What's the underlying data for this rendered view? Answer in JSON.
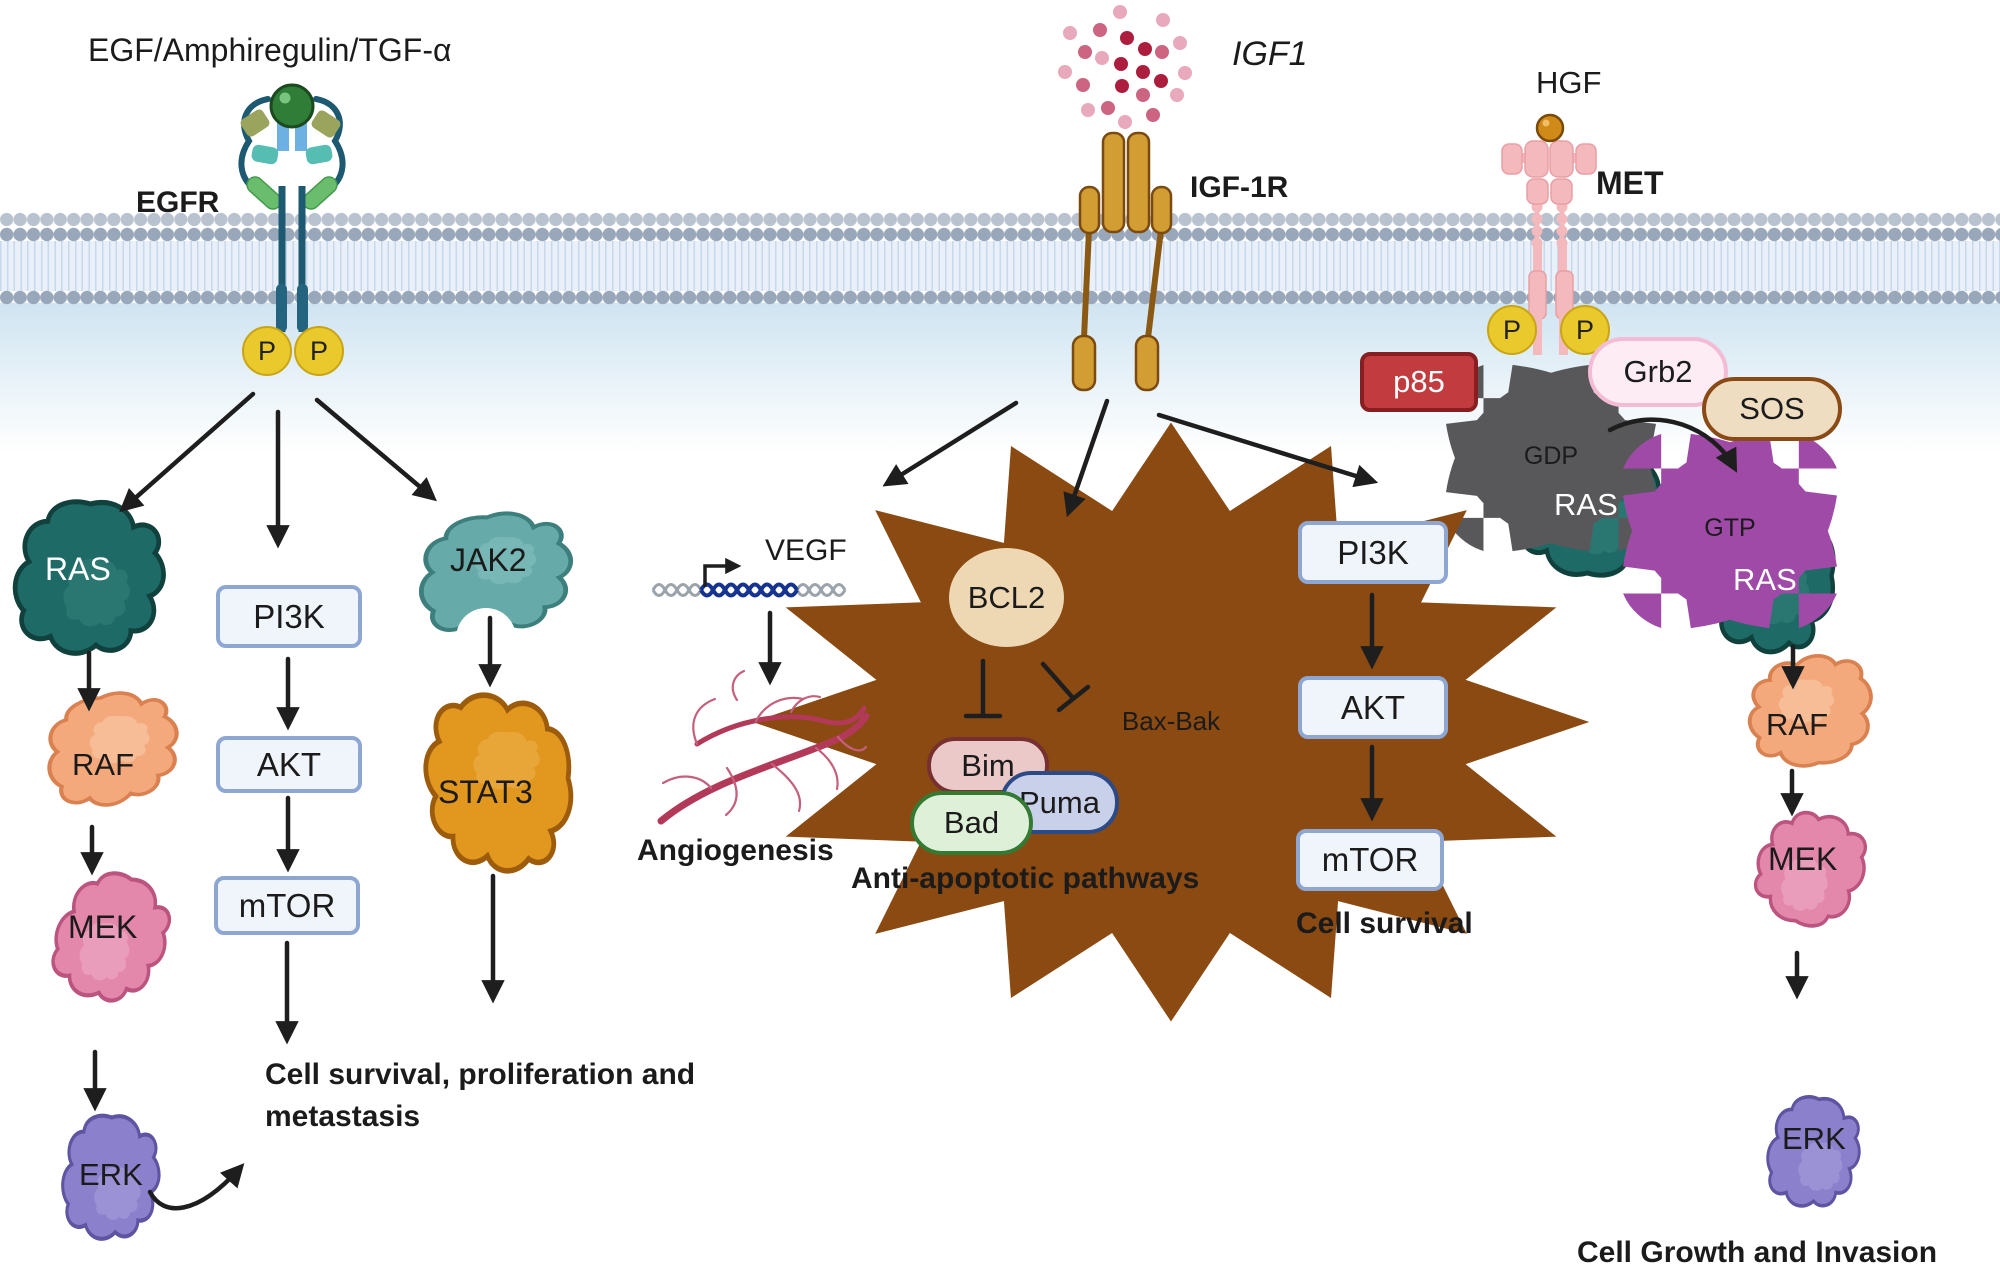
{
  "figure": {
    "egfr_branch": {
      "ligand_label": "EGF/Amphiregulin/TGF-α",
      "receptor_label": "EGFR",
      "phospho_label": "P",
      "ras_label": "RAS",
      "pi3k_label": "PI3K",
      "jak2_label": "JAK2",
      "raf_label": "RAF",
      "akt_label": "AKT",
      "stat3_label": "STAT3",
      "mek_label": "MEK",
      "mtor_label": "mTOR",
      "erk_label": "ERK",
      "outcome_line1": "Cell survival, proliferation and",
      "outcome_line2": "metastasis"
    },
    "igf1_branch": {
      "ligand_label": "IGF1",
      "receptor_label": "IGF-1R",
      "vegf_label": "VEGF",
      "angiogenesis_label": "Angiogenesis",
      "bcl2_label": "BCL2",
      "bax_bak_label": "Bax-Bak",
      "bim_label": "Bim",
      "bad_label": "Bad",
      "puma_label": "Puma",
      "anti_apoptotic_label": "Anti-apoptotic pathways",
      "pi3k_label": "PI3K",
      "akt_label": "AKT",
      "mtor_label": "mTOR",
      "outcome_label": "Cell survival"
    },
    "met_branch": {
      "ligand_label": "HGF",
      "receptor_label": "MET",
      "phospho_label": "P",
      "p85_label": "p85",
      "grb2_label": "Grb2",
      "sos_label": "SOS",
      "gdp_label": "GDP",
      "gtp_label": "GTP",
      "ras_gdp_label": "RAS",
      "ras_gtp_label": "RAS",
      "raf_label": "RAF",
      "mek_label": "MEK",
      "erk_label": "ERK",
      "outcome_label": "Cell Growth and Invasion"
    },
    "colors": {
      "membrane_head_light": "#b9c2cf",
      "membrane_head_dark": "#99a7ba",
      "membrane_body": "#e9f0f9",
      "cytoplasm": "#cfe4f1",
      "ras": "#1e6a66",
      "raf": "#f4a97c",
      "mek": "#e387ab",
      "erk": "#8b80cc",
      "jak2": "#66abaa",
      "stat3": "#e2971f",
      "pathway_box_fill": "#f0f5fb",
      "pathway_box_border": "#8ea6d2",
      "phospho": "#e9c92b",
      "bcl2_fill": "#eed8b4",
      "bax_bak_fill": "#d09a2e",
      "bim_fill": "#ecc9c9",
      "bad_fill": "#def0d8",
      "puma_fill": "#c9d0ea",
      "p85_fill": "#c23b3e",
      "grb2_fill": "#fdecf4",
      "sos_fill": "#efddc2",
      "gdp_fill": "#ededef",
      "gtp_fill": "#f5e6f9",
      "egfr_receptor": "#1d5a72",
      "igf1r_receptor": "#d29d33",
      "met_receptor": "#f3b9bd",
      "vessel": "#b23a58",
      "dna_active": "#16338f",
      "arrow": "#1e1e1e"
    }
  }
}
